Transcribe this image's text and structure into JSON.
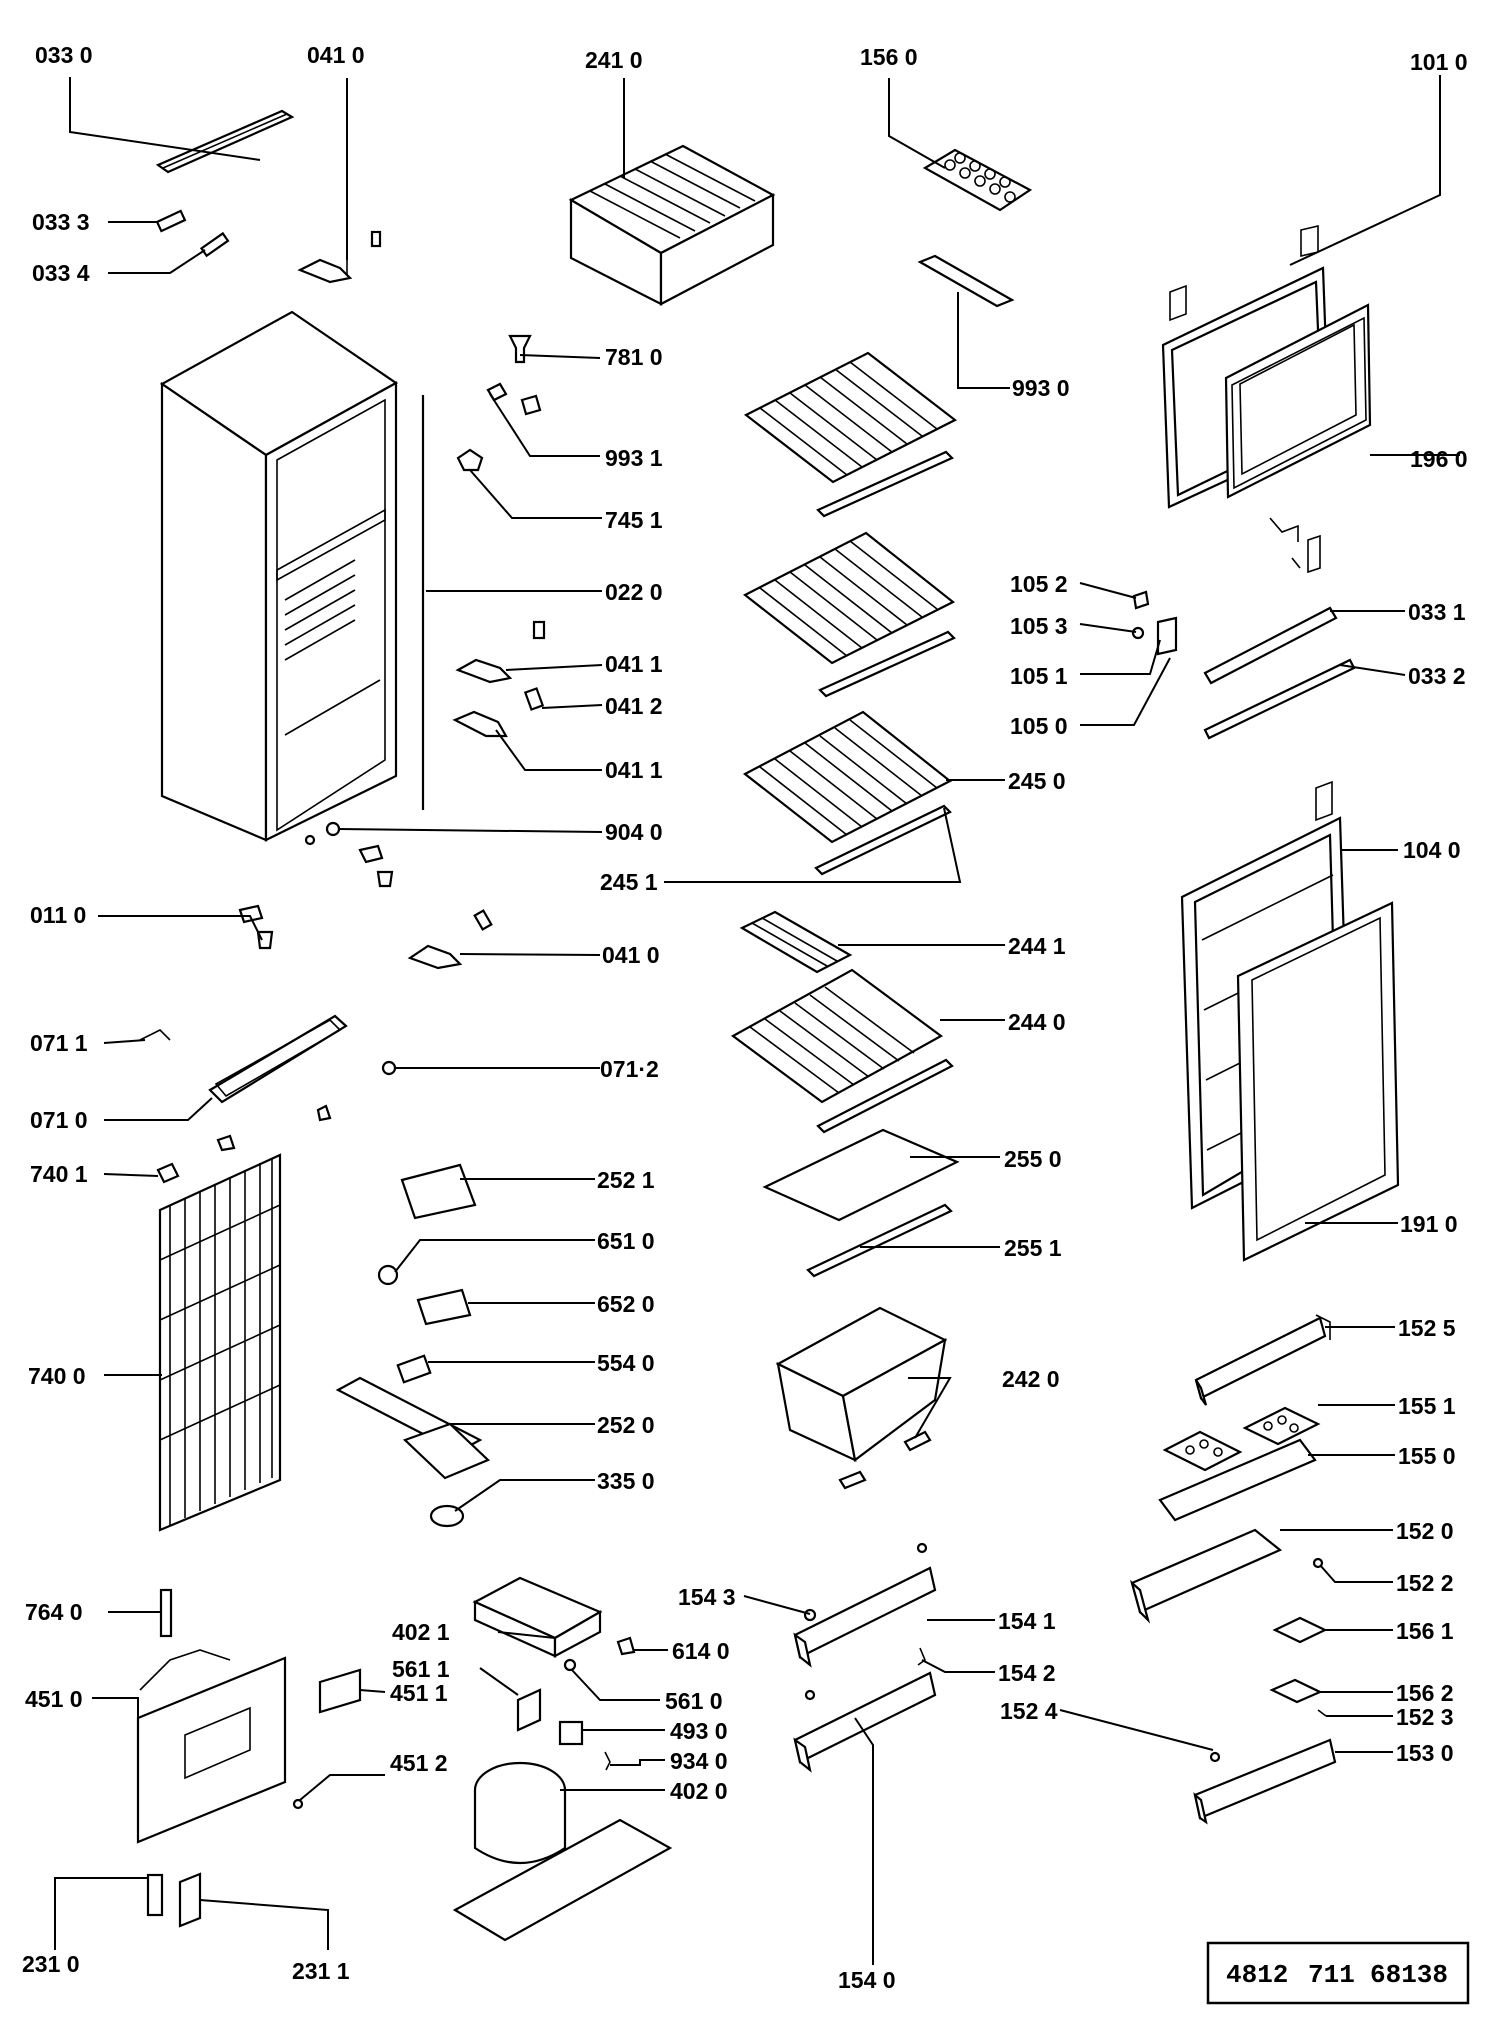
{
  "labels": {
    "l0330": "033 0",
    "l0410": "041 0",
    "l2410": "241 0",
    "l1560": "156 0",
    "l1010": "101 0",
    "l0333": "033 3",
    "l0334": "033 4",
    "l7810": "781 0",
    "l9930": "993 0",
    "l9931": "993 1",
    "l1960": "196 0",
    "l7451": "745 1",
    "l1052": "105 2",
    "l1053": "105 3",
    "l1051": "105 1",
    "l1050": "105 0",
    "l0220": "022 0",
    "l0411a": "041 1",
    "l0412": "041 2",
    "l0411b": "041 1",
    "l0331": "033 1",
    "l0332": "033 2",
    "l2450": "245 0",
    "l9040": "904 0",
    "l2451": "245 1",
    "l1040": "104 0",
    "l0110": "011 0",
    "l0410b": "041 0",
    "l2441": "244 1",
    "l2440": "244 0",
    "l0711": "071 1",
    "l0712": "071·2",
    "l0710": "071 0",
    "l2550": "255 0",
    "l7401": "740 1",
    "l2521": "252 1",
    "l1910": "191 0",
    "l2551": "255 1",
    "l6510": "651 0",
    "l6520": "652 0",
    "l1525": "152 5",
    "l7400": "740 0",
    "l5540": "554 0",
    "l2420": "242 0",
    "l1551": "155 1",
    "l2520": "252 0",
    "l1550": "155 0",
    "l3350": "335 0",
    "l1520": "152 0",
    "l1522": "152 2",
    "l7640": "764 0",
    "l4021": "402 1",
    "l1543": "154 3",
    "l1541": "154 1",
    "l1561": "156 1",
    "l6140": "614 0",
    "l4510": "451 0",
    "l5611": "561 1",
    "l4511": "451 1",
    "l5610": "561 0",
    "l1542": "154 2",
    "l1562": "156 2",
    "l1524": "152 4",
    "l1523": "152 3",
    "l4930": "493 0",
    "l9340": "934 0",
    "l4512": "451 2",
    "l1530": "153 0",
    "l4020": "402 0",
    "l2310": "231 0",
    "l2311": "231 1",
    "l1540": "154 0"
  },
  "reference": {
    "part_a": "4812",
    "part_b": "711",
    "part_c": "68138"
  }
}
